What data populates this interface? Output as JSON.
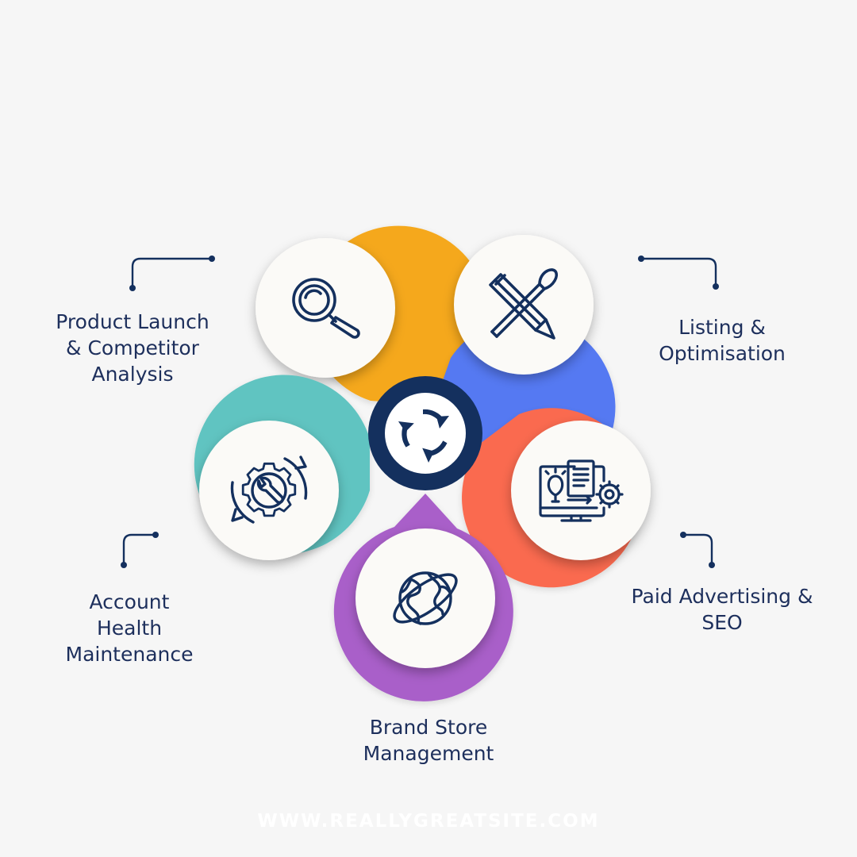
{
  "colors": {
    "background": "#f6f6f6",
    "navy": "#14305e",
    "text": "#1d2f5c",
    "inner_circle": "#fbfaf7",
    "footer": "#ffffff"
  },
  "center": {
    "icon": "refresh-cycle-icon"
  },
  "petals": [
    {
      "id": "product-launch",
      "color": "#f5a81b",
      "icon": "magnifying-glass-icon",
      "label_lines": [
        "Product Launch",
        "& Competitor",
        "Analysis"
      ]
    },
    {
      "id": "listing",
      "color": "#5479f2",
      "icon": "pencil-brush-crossed-icon",
      "label_lines": [
        "Listing &",
        "Optimisation"
      ]
    },
    {
      "id": "paid-advertising",
      "color": "#fa6a4f",
      "icon": "monitor-idea-gear-icon",
      "label_lines": [
        "Paid Advertising &",
        "SEO"
      ]
    },
    {
      "id": "brand-store",
      "color": "#a95fc9",
      "icon": "globe-orbit-icon",
      "label_lines": [
        "Brand Store",
        "Management"
      ]
    },
    {
      "id": "account-health",
      "color": "#61c4c1",
      "icon": "gear-wrench-cycle-icon",
      "label_lines": [
        "Account",
        "Health",
        "Maintenance"
      ]
    }
  ],
  "footer": {
    "text": "WWW.REALLYGREATSITE.COM"
  }
}
